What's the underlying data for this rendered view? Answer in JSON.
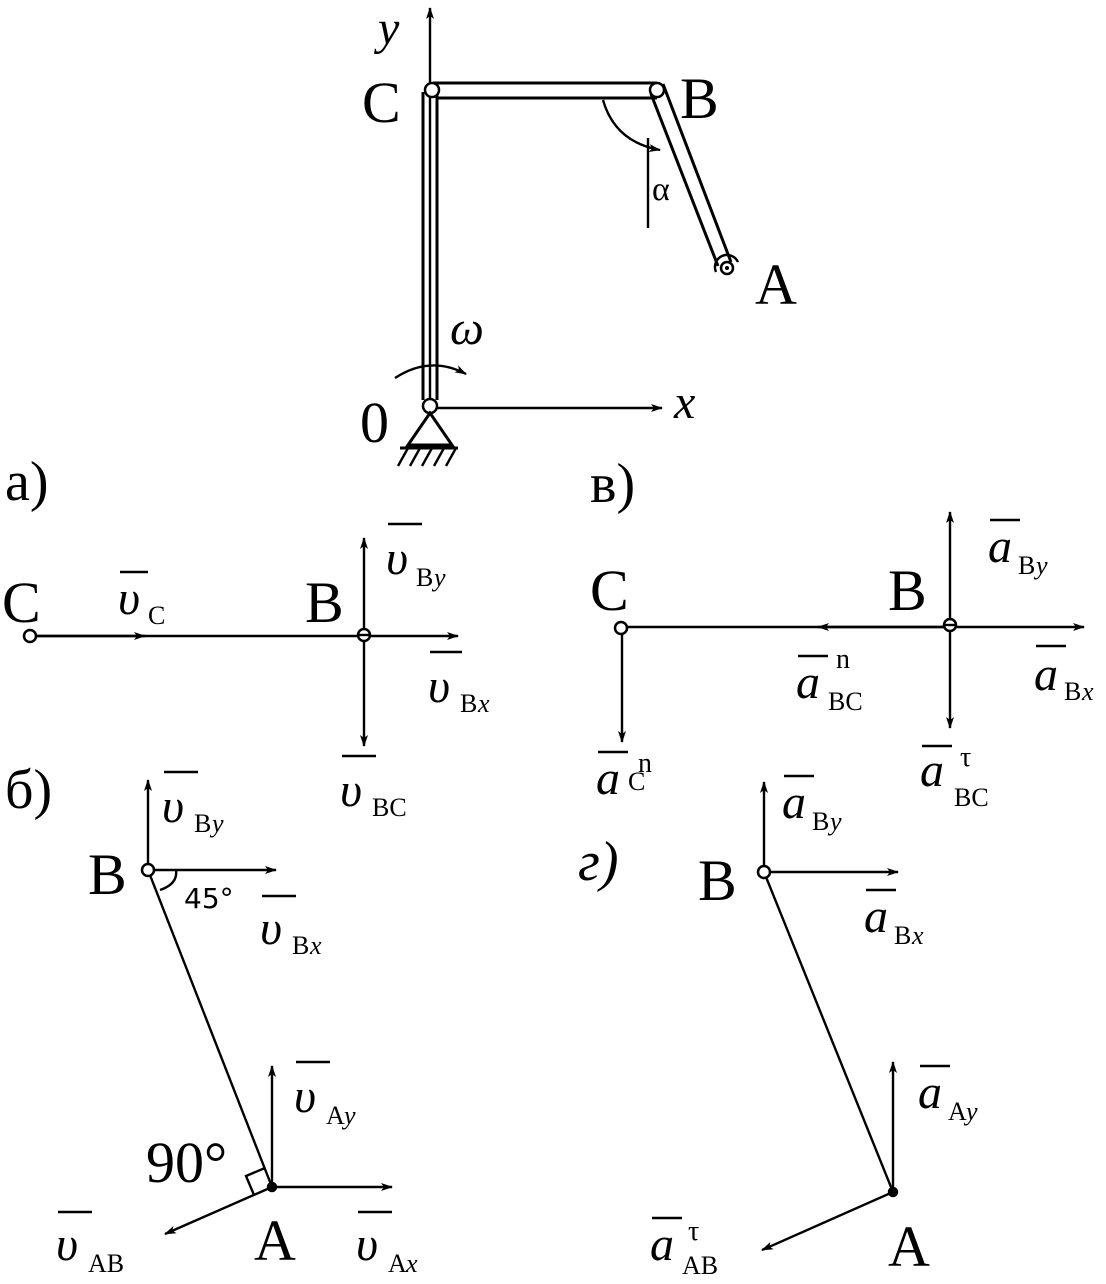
{
  "diagram": {
    "part_a": {
      "section_label": "а)",
      "axis_y": "y",
      "axis_x": "x",
      "point_C": "C",
      "point_B": "B",
      "point_A": "A",
      "origin": "0",
      "omega": "ω",
      "alpha": "α"
    },
    "part_b": {
      "section_label": "б)",
      "point_C": "C",
      "point_B_top": "B",
      "point_B": "B",
      "point_A": "A",
      "v_var": "υ",
      "sub_C": "C",
      "sub_B": "B",
      "sub_A": "A",
      "sub_AB": "AB",
      "sub_BC": "BC",
      "comp_x": "x",
      "comp_y": "y",
      "angle_45": "45°",
      "angle_90": "90°"
    },
    "part_v": {
      "section_label": "в)",
      "point_C": "C",
      "point_B": "B",
      "a_var": "a",
      "sub_B": "B",
      "sub_C": "C",
      "sub_BC": "BC",
      "comp_x": "x",
      "comp_y": "y",
      "sup_n": "n",
      "sup_tau": "τ"
    },
    "part_g": {
      "section_label": "г)",
      "point_B": "B",
      "point_A": "A",
      "a_var": "a",
      "sub_B": "B",
      "sub_A": "A",
      "sub_AB": "AB",
      "comp_x": "x",
      "comp_y": "y",
      "sup_tau": "τ"
    }
  }
}
